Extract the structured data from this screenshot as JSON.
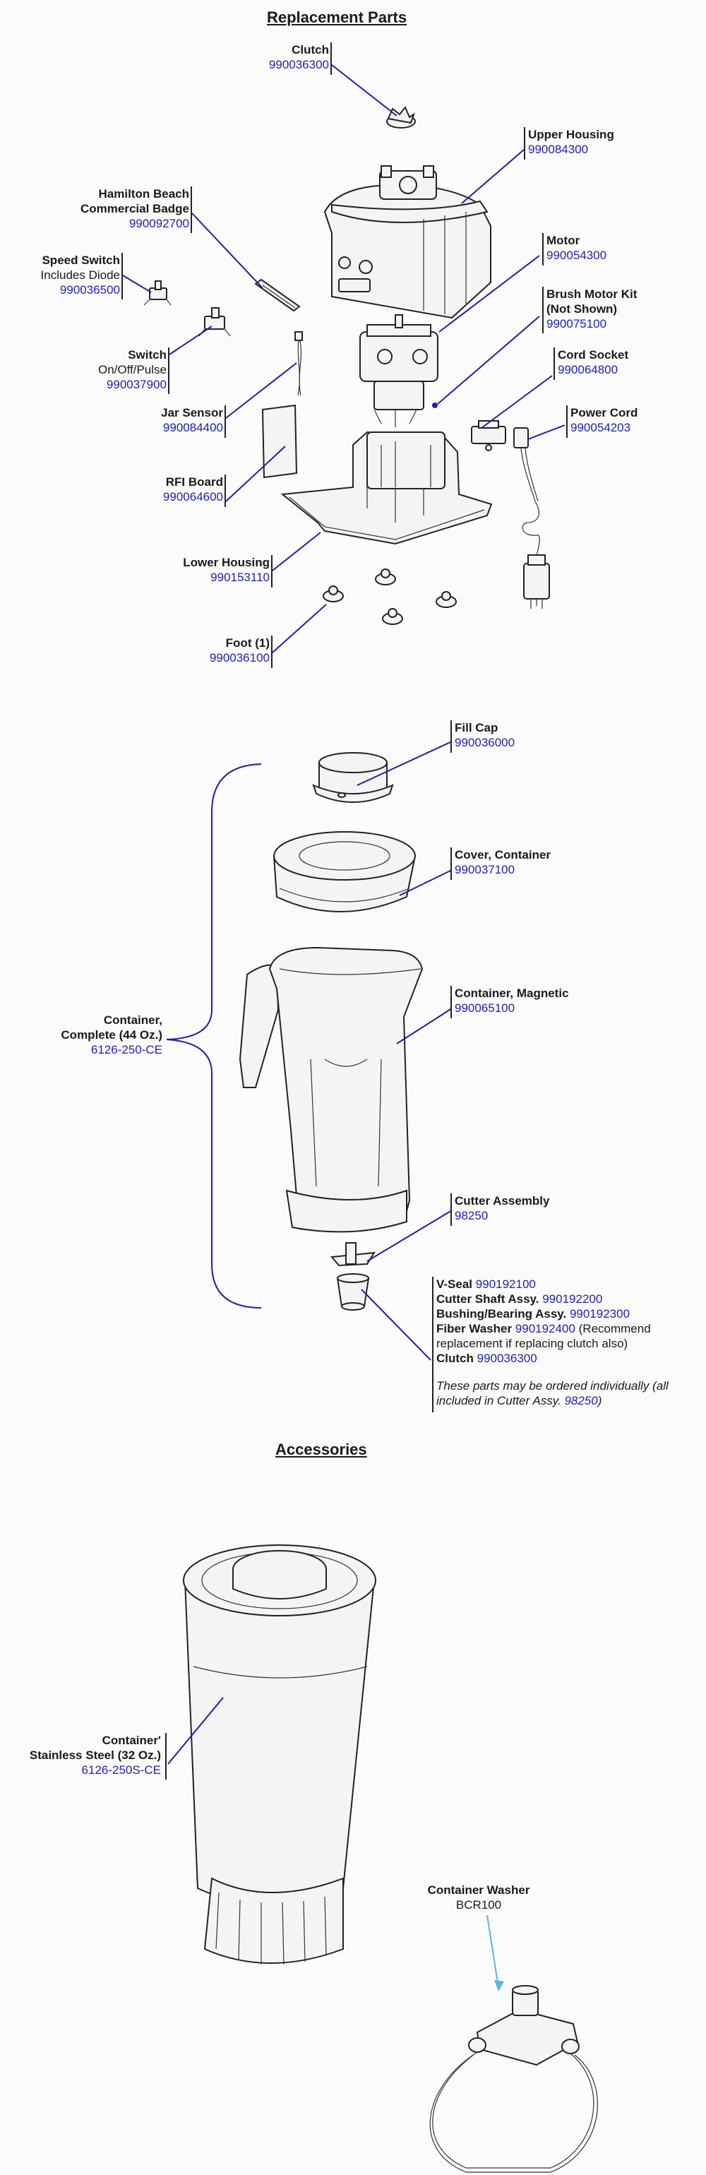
{
  "sections": {
    "replacement_title": "Replacement Parts",
    "accessories_title": "Accessories"
  },
  "parts": {
    "clutch": {
      "name": "Clutch",
      "pn": "990036300"
    },
    "upper_housing": {
      "name": "Upper Housing",
      "pn": "990084300"
    },
    "badge": {
      "name1": "Hamilton Beach",
      "name2": "Commercial Badge",
      "pn": "990092700"
    },
    "speed_switch": {
      "name": "Speed Switch",
      "sub": "Includes Diode",
      "pn": "990036500"
    },
    "motor": {
      "name": "Motor",
      "pn": "990054300"
    },
    "brush_kit": {
      "name1": "Brush Motor Kit",
      "name2": "(Not Shown)",
      "pn": "990075100"
    },
    "switch": {
      "name": "Switch",
      "sub": "On/Off/Pulse",
      "pn": "990037900"
    },
    "cord_socket": {
      "name": "Cord Socket",
      "pn": "990064800"
    },
    "jar_sensor": {
      "name": "Jar Sensor",
      "pn": "990084400"
    },
    "power_cord": {
      "name": "Power Cord",
      "pn": "990054203"
    },
    "rfi_board": {
      "name": "RFI Board",
      "pn": "990064600"
    },
    "lower_housing": {
      "name": "Lower Housing",
      "pn": "990153110"
    },
    "foot": {
      "name": "Foot (1)",
      "pn": "990036100"
    },
    "fill_cap": {
      "name": "Fill Cap",
      "pn": "990036000"
    },
    "cover": {
      "name": "Cover, Container",
      "pn": "990037100"
    },
    "container_complete": {
      "name1": "Container,",
      "name2": "Complete (44 Oz.)",
      "pn": "6126-250-CE"
    },
    "container_magnetic": {
      "name": "Container, Magnetic",
      "pn": "990065100"
    },
    "cutter_assembly": {
      "name": "Cutter Assembly",
      "pn": "98250"
    },
    "cutter_parts": {
      "vseal": {
        "name": "V-Seal",
        "pn": "990192100"
      },
      "shaft": {
        "name": "Cutter Shaft Assy.",
        "pn": "990192200"
      },
      "bushing": {
        "name": "Bushing/Bearing Assy.",
        "pn": "990192300"
      },
      "washer": {
        "name": "Fiber Washer",
        "pn": "990192400",
        "note1": "(Recommend",
        "note2": "replacement if replacing clutch also)"
      },
      "clutch": {
        "name": "Clutch",
        "pn": "990036300"
      },
      "footnote1": "These parts may be ordered individually (all",
      "footnote2": "included in Cutter Assy.",
      "footnote_pn": "98250",
      "footnote_end": ")"
    },
    "stainless": {
      "name1": "Container'",
      "name2": "Stainless Steel (32 Oz.)",
      "pn": "6126-250S-CE"
    },
    "washer_acc": {
      "name": "Container Washer",
      "pn": "BCR100"
    }
  },
  "colors": {
    "part_number": "#1f1fb0",
    "leader": "#1e1ea8",
    "washer_leader": "#5ab4e0"
  }
}
